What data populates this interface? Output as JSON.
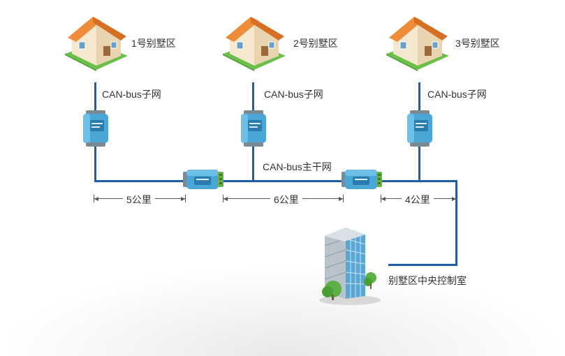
{
  "villas": [
    {
      "label": "1号别墅区",
      "subnet_label": "CAN-bus子网"
    },
    {
      "label": "2号别墅区",
      "subnet_label": "CAN-bus子网"
    },
    {
      "label": "3号别墅区",
      "subnet_label": "CAN-bus子网"
    }
  ],
  "backbone_label": "CAN-bus主干网",
  "distances": [
    "5公里",
    "6公里",
    "4公里"
  ],
  "control_room_label": "别墅区中央控制室",
  "colors": {
    "line": "#1f5fa8",
    "device_blue": "#4aa6d6",
    "roof": "#e8893a",
    "grass": "#6cc04a"
  }
}
